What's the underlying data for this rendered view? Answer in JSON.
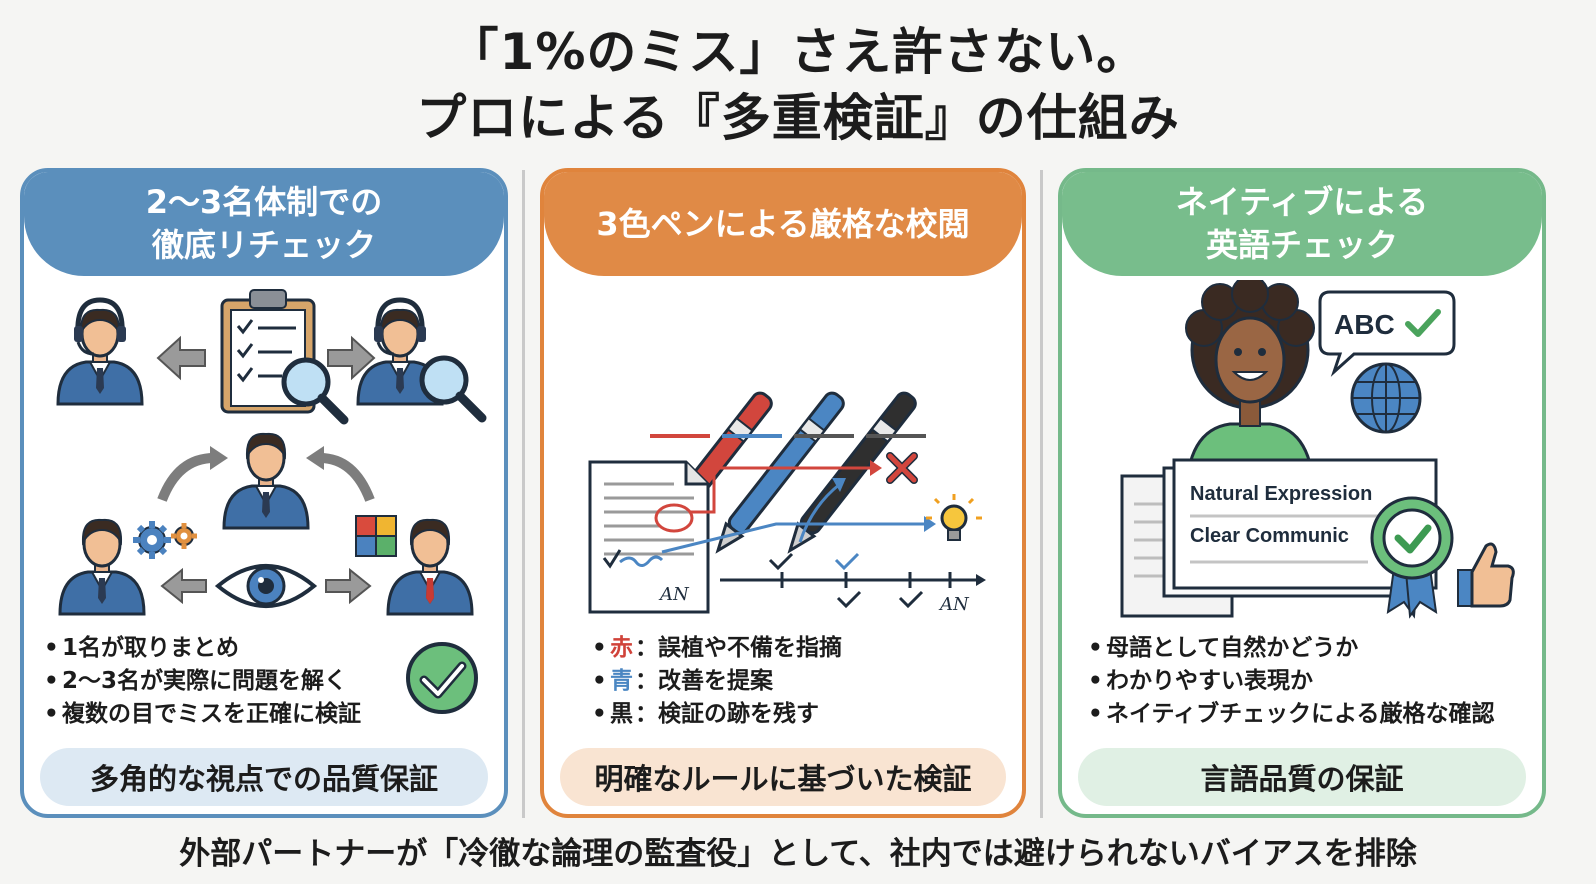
{
  "title": {
    "line1": "「1%のミス」さえ許さない。",
    "line2": "プロによる『多重検証』の仕組み"
  },
  "panels": [
    {
      "theme": "blue",
      "accent": "#5b8fbc",
      "heading": [
        "2〜3名体制での",
        "徹底リチェック"
      ],
      "bullets": [
        {
          "text": "1名が取りまとめ"
        },
        {
          "text": "2〜3名が実際に問題を解く"
        },
        {
          "text": "複数の目でミスを正確に検証"
        }
      ],
      "footer": "多角的な視点での品質保証",
      "icons": [
        "headset-reviewer-icon",
        "clipboard-checklist-icon",
        "magnifier-icon",
        "business-person-icon",
        "gear-icon",
        "puzzle-icon",
        "eye-icon",
        "arrow-icon",
        "checkmark-circle-icon"
      ]
    },
    {
      "theme": "orange",
      "accent": "#e0843c",
      "heading": [
        "3色ペンによる厳格な校閲"
      ],
      "bullets": [
        {
          "label": "赤",
          "label_color": "#d0433a",
          "text": "：誤植や不備を指摘"
        },
        {
          "label": "青",
          "label_color": "#4a86c2",
          "text": "：改善を提案"
        },
        {
          "label": "黒",
          "label_color": "#1c1c1c",
          "text": "：検証の跡を残す"
        }
      ],
      "footer": "明確なルールに基づいた検証",
      "icons": [
        "red-pen-icon",
        "blue-pen-icon",
        "black-pen-icon",
        "document-icon",
        "cross-mark-icon",
        "lightbulb-icon",
        "checkmark-icon"
      ],
      "handwriting": [
        "AN",
        "AN"
      ]
    },
    {
      "theme": "green",
      "accent": "#75b98a",
      "heading": [
        "ネイティブによる",
        "英語チェック"
      ],
      "bubble": "ABC",
      "doc_lines": [
        "Natural Expression",
        "Clear Communic"
      ],
      "bullets": [
        {
          "text": "母語として自然かどうか"
        },
        {
          "text": "わかりやすい表現か"
        },
        {
          "text": "ネイティブチェックによる厳格な確認"
        }
      ],
      "footer": "言語品質の保証",
      "icons": [
        "native-speaker-icon",
        "speech-bubble-icon",
        "globe-icon",
        "document-stack-icon",
        "award-badge-icon",
        "thumbs-up-icon"
      ]
    }
  ],
  "bottom_line": "外部パートナーが「冷徹な論理の監査役」として、社内では避けられないバイアスを排除"
}
